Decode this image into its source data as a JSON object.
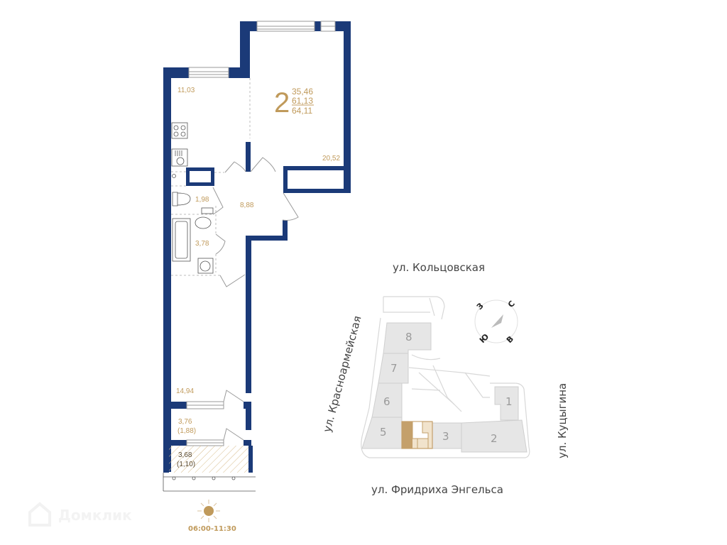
{
  "apartment": {
    "rooms": "2",
    "living_area": "35,46",
    "total_area_no_balcony": "61,13",
    "total_area": "64,11"
  },
  "room_areas": {
    "kitchen": "11,03",
    "bedroom_top": "20,52",
    "hall": "8,88",
    "toilet": "1,98",
    "bathroom": "3,78",
    "bedroom_bottom": "14,94",
    "loggia_1": "3,76",
    "loggia_1_coef": "(1,88)",
    "balcony": "3,68",
    "balcony_coef": "(1,10)"
  },
  "sun": {
    "time": "06:00-11:30"
  },
  "site_plan": {
    "streets": {
      "north": "ул. Кольцовская",
      "west": "ул. Красноармейская",
      "south": "ул. Фридриха Энгельса",
      "east": "ул. Куцыгина"
    },
    "buildings": [
      "1",
      "2",
      "3",
      "5",
      "6",
      "7",
      "8"
    ],
    "compass": {
      "north": "С",
      "east": "В",
      "south": "Ю",
      "west": "З"
    }
  },
  "watermark": "Домклик",
  "colors": {
    "wall": "#1b3a78",
    "accent": "#c09a5b",
    "highlight": "#c4a06b",
    "building_fill": "#e6e6e6"
  }
}
